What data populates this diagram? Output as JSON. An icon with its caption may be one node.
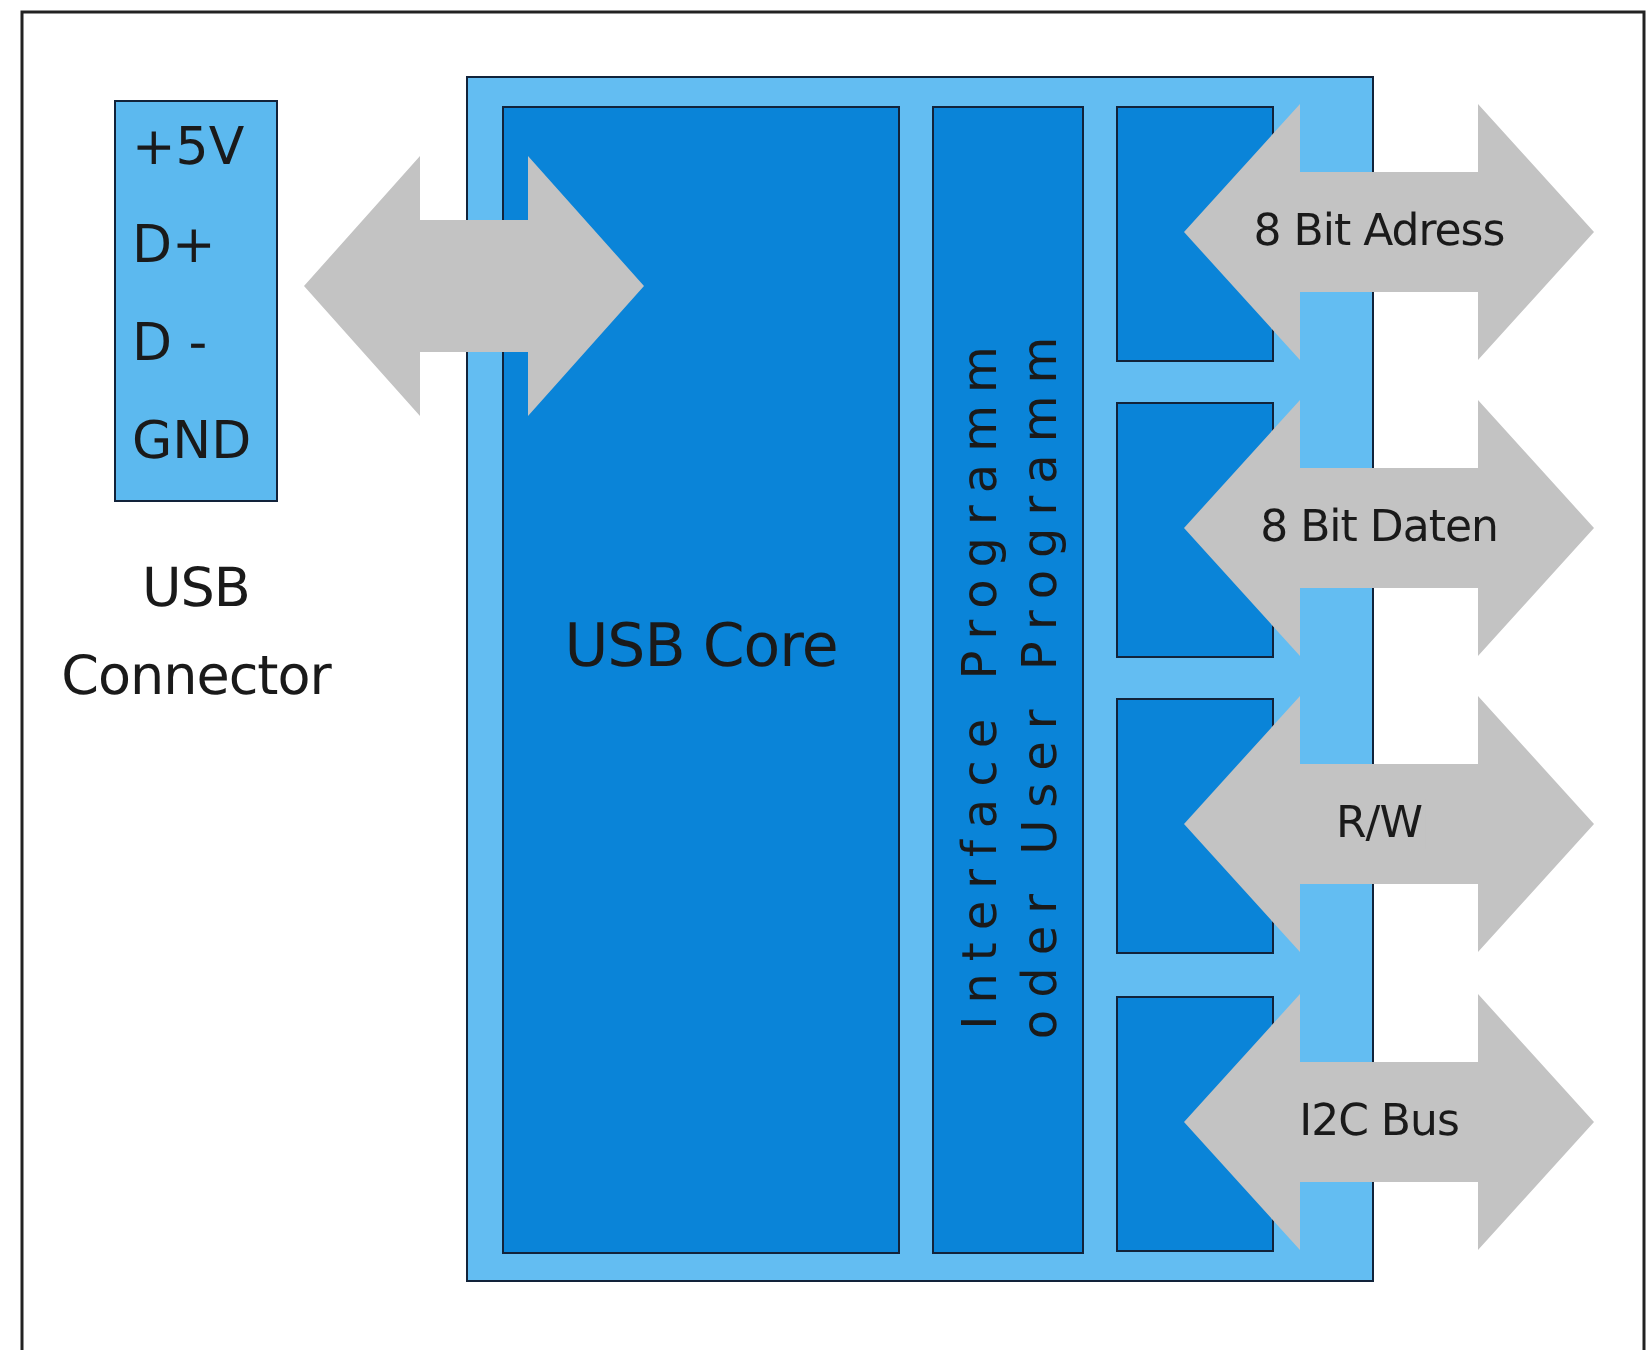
{
  "diagram": {
    "nodes": [
      {
        "text": [
          "+5V",
          "D+",
          "D -",
          "GND"
        ],
        "beside": [
          "USB Connector"
        ]
      },
      {
        "text": [],
        "shape": "box"
      },
      {
        "text": [
          "USB Core"
        ],
        "in": 1
      },
      {
        "text": [
          "Interface Programm oder User Programm"
        ],
        "in": 1
      },
      {
        "text": [],
        "shape": "box",
        "in": 1
      },
      {
        "text": [],
        "shape": "box",
        "in": 1
      },
      {
        "text": [],
        "shape": "box",
        "in": 1
      },
      {
        "text": [],
        "shape": "box",
        "in": 1
      }
    ],
    "edges": [
      {
        "from": 0,
        "to": 2,
        "arrow": "both"
      },
      {
        "from": 4,
        "to": null,
        "arrow": "both",
        "label": "8 Bit Adress"
      },
      {
        "from": 5,
        "to": null,
        "arrow": "both",
        "label": "8 Bit Daten"
      },
      {
        "from": 6,
        "to": null,
        "arrow": "both",
        "label": "R/W"
      },
      {
        "from": 7,
        "to": null,
        "arrow": "both",
        "label": "I2C Bus"
      }
    ]
  }
}
